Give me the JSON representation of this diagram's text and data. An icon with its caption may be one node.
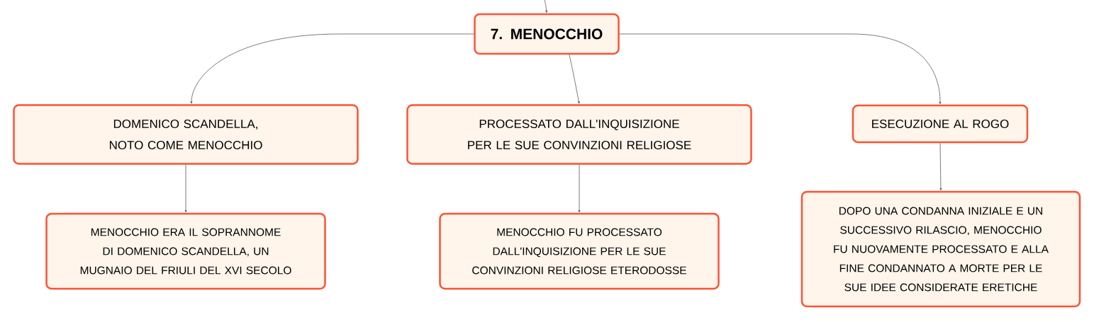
{
  "diagram": {
    "nodes": [
      {
        "text": [
          "7. MENOCCHIO"
        ]
      },
      {
        "text": [
          "DOMENICO SCANDELLA, NOTO COME MENOCCHIO"
        ]
      },
      {
        "text": [
          "PROCESSATO DALL'INQUISIZIONE PER LE SUE CONVINZIONI RELIGIOSE"
        ]
      },
      {
        "text": [
          "ESECUZIONE AL ROGO"
        ]
      },
      {
        "text": [
          "MENOCCHIO ERA IL SOPRANNOME DI DOMENICO SCANDELLA, UN MUGNAIO DEL FRIULI DEL XVI SECOLO"
        ]
      },
      {
        "text": [
          "MENOCCHIO FU PROCESSATO DALL'INQUISIZIONE PER LE SUE CONVINZIONI RELIGIOSE ETERODOSSE"
        ]
      },
      {
        "text": [
          "DOPO UNA CONDANNA INIZIALE E UN SUCCESSIVO RILASCIO, MENOCCHIO FU NUOVAMENTE PROCESSATO E ALLA FINE CONDANNATO A MORTE PER LE SUE IDEE CONSIDERATE ERETICHE"
        ]
      }
    ],
    "edges": [
      {
        "from": null,
        "to": 0,
        "arrow": "to"
      },
      {
        "from": 0,
        "to": 1,
        "arrow": "to"
      },
      {
        "from": 0,
        "to": 2,
        "arrow": "to"
      },
      {
        "from": 0,
        "to": 3,
        "arrow": "to"
      },
      {
        "from": 1,
        "to": 4,
        "arrow": "to"
      },
      {
        "from": 2,
        "to": 5,
        "arrow": "to"
      },
      {
        "from": 3,
        "to": 6,
        "arrow": "to"
      }
    ]
  }
}
